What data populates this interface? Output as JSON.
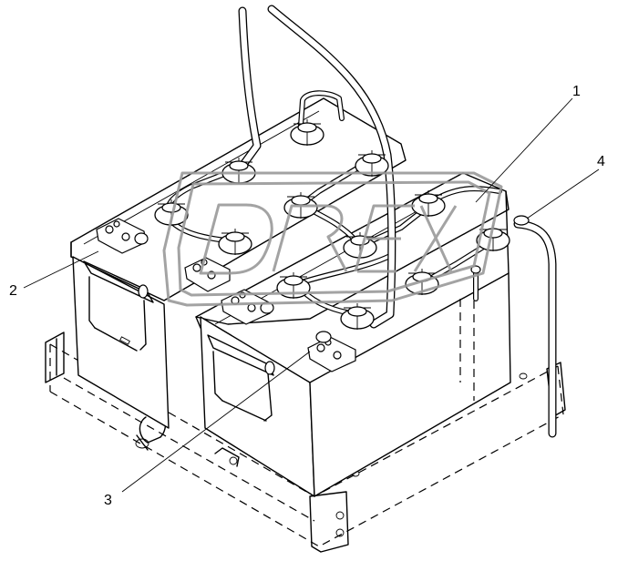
{
  "figure": {
    "callouts": [
      {
        "id": "1",
        "label": "1"
      },
      {
        "id": "2",
        "label": "2"
      },
      {
        "id": "3",
        "label": "3"
      },
      {
        "id": "4",
        "label": "4"
      }
    ],
    "watermark": {
      "text": "DREX",
      "color": "#9a9a9a"
    },
    "colors": {
      "line": "#000000",
      "background": "#ffffff"
    }
  }
}
